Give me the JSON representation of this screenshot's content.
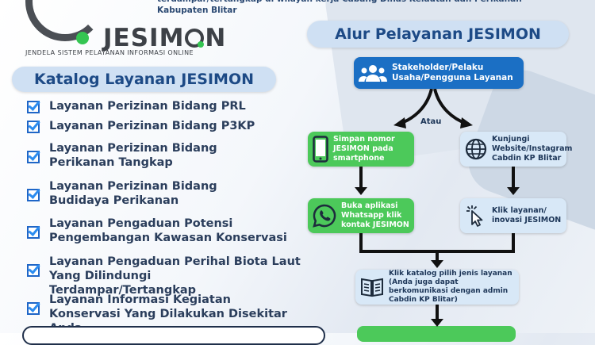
{
  "header": {
    "intro_text": "terdampar/tertangkap di wilayah kerja Cabang Dinas Kelautan dan Perikanan Kabupaten Blitar",
    "logo_word_start": "JESIM",
    "logo_word_end": "N",
    "tagline": "JENDELA SISTEM PELAYANAN INFORMASI ONLINE"
  },
  "catalog": {
    "title": "Katalog Layanan JESIMON",
    "items": [
      "Layanan Perizinan Bidang PRL",
      "Layanan Perizinan Bidang P3KP",
      "Layanan Perizinan Bidang Perikanan Tangkap",
      "Layanan Perizinan Bidang Budidaya Perikanan",
      "Layanan Pengaduan Potensi Pengembangan Kawasan Konservasi",
      "Layanan Pengaduan Perihal Biota Laut Yang Dilindungi Terdampar/Tertangkap",
      "Layanan Informasi Kegiatan Konservasi Yang Dilakukan Disekitar Anda"
    ]
  },
  "flow": {
    "title": "Alur Pelayanan JESIMON",
    "start": "Stakeholder/Pelaku Usaha/Pengguna Layanan",
    "or_label": "Atau",
    "left_1": "Simpan nomor JESIMON pada smartphone",
    "right_1": "Kunjungi Website/Instagram Cabdin KP Blitar",
    "left_2": "Buka aplikasi Whatsapp klik kontak JESIMON",
    "right_2": "Klik layanan/ inovasi JESIMON",
    "final": "Klik katalog pilih jenis layanan (Anda juga dapat berkomunikasi dengan admin Cabdin KP Blitar)"
  },
  "colors": {
    "brand_blue": "#1b6fc4",
    "green": "#4cc95a",
    "light_blue": "#d8e8f7",
    "title_blue": "#1d4a86"
  },
  "icons": [
    "users-icon",
    "smartphone-icon",
    "globe-icon",
    "whatsapp-icon",
    "cursor-click-icon",
    "catalog-book-icon",
    "checkbox-icon"
  ]
}
